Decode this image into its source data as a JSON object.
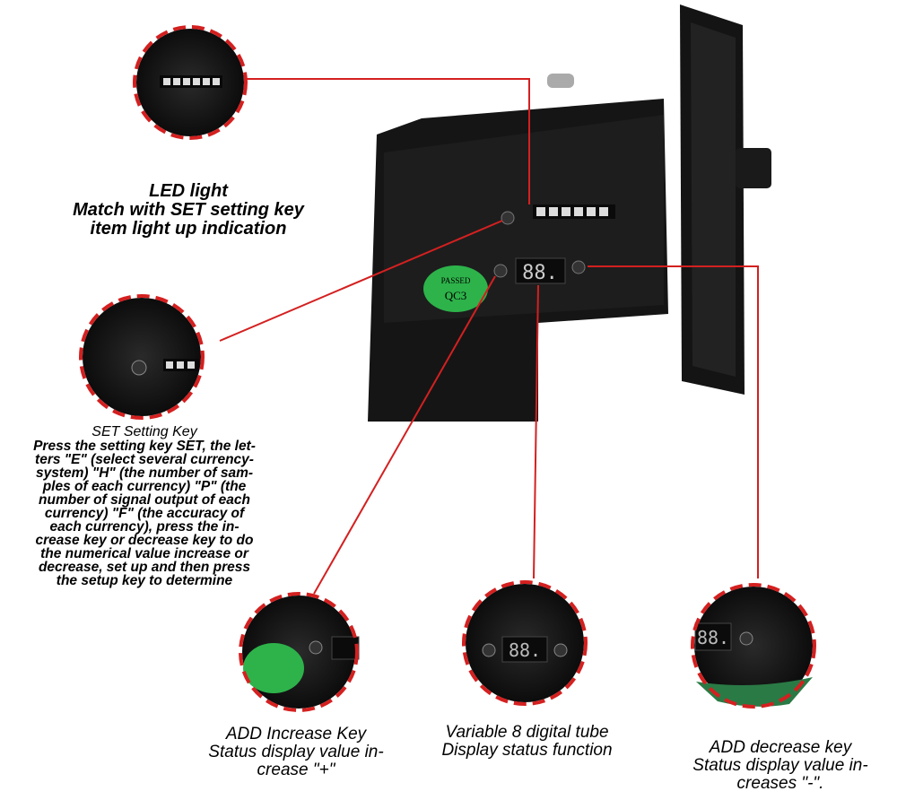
{
  "device": {
    "badge_text_top": "PASSED",
    "badge_text_bottom": "QC3",
    "display_digits": "88."
  },
  "callouts": {
    "led_light": {
      "title": "LED light",
      "lines": [
        "Match with SET setting key",
        "item light up indication"
      ]
    },
    "set_key": {
      "title": "SET Setting Key",
      "lines": [
        "Press the setting key SET, the let-",
        "ters \"E\" (select several currency-",
        "system) \"H\" (the number of sam-",
        "ples of each currency) \"P\" (the",
        "number of signal output of each",
        "currency) \"F\" (the accuracy of",
        "each currency), press the in-",
        "crease key or decrease key to do",
        "the numerical value increase or",
        "decrease, set up and then press",
        "the setup key to determine"
      ]
    },
    "add_increase": {
      "title": "ADD Increase Key",
      "lines": [
        "Status display value in-",
        "crease \"+\""
      ]
    },
    "digital_tube": {
      "title": "Variable 8 digital tube",
      "lines": [
        "Display status function"
      ]
    },
    "add_decrease": {
      "title": "ADD decrease key",
      "lines": [
        "Status display value in-",
        "creases \"-\"."
      ]
    }
  },
  "colors": {
    "accent_red": "#d42020",
    "device_black": "#141414",
    "badge_green": "#2db34a"
  }
}
